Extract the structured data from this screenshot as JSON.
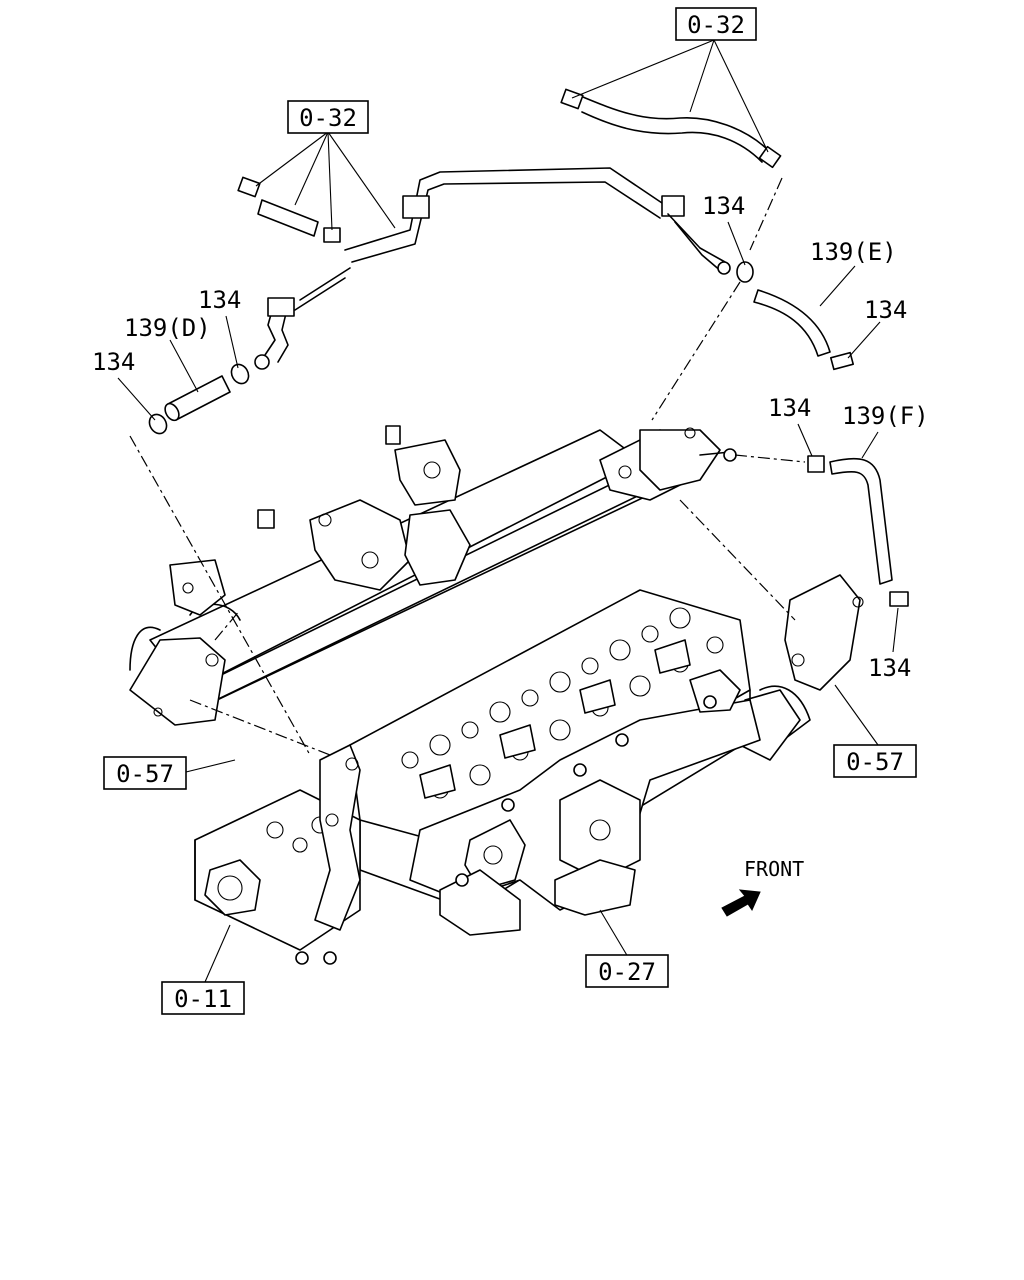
{
  "boxed_labels": {
    "ref_032_top_right": "0-32",
    "ref_032_top_left": "0-32",
    "ref_057_left": "0-57",
    "ref_057_right": "0-57",
    "ref_011": "0-11",
    "ref_027": "0-27"
  },
  "part_labels": {
    "clamp_134_d_left": "134",
    "clamp_134_d_right": "134",
    "hose_139_d": "139(D)",
    "clamp_134_e_top": "134",
    "hose_139_e": "139(E)",
    "clamp_134_e_bottom": "134",
    "clamp_134_f_top": "134",
    "hose_139_f": "139(F)",
    "clamp_134_f_bottom": "134"
  },
  "direction": {
    "front_label": "FRONT"
  }
}
